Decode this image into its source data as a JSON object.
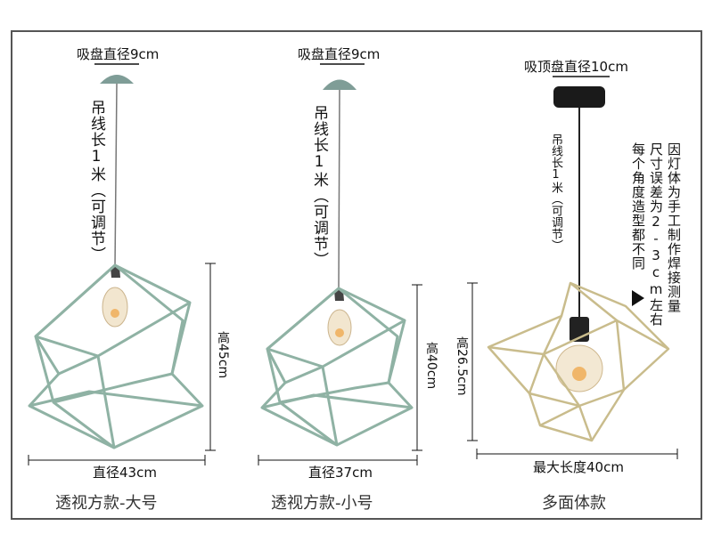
{
  "lamps": [
    {
      "canopy_label": "吸盘直径9cm",
      "cord_label": "吊线长1米（可调节）",
      "height_label": "高45cm",
      "width_label": "直径43cm",
      "caption": "透视方款-大号"
    },
    {
      "canopy_label": "吸盘直径9cm",
      "cord_label": "吊线长1米（可调节）",
      "height_label": "高40cm",
      "width_label": "直径37cm",
      "caption": "透视方款-小号"
    },
    {
      "canopy_label": "吸顶盘直径10cm",
      "cord_label": "吊线长1米（可调节）",
      "height_label": "高26.5cm",
      "width_label": "最大长度40cm",
      "caption": "多面体款"
    }
  ],
  "note": {
    "line1": "因灯体为手工制作焊接测量",
    "line2": "尺寸误差为2-3cm左右",
    "line3": "每个角度造型都不同"
  },
  "colors": {
    "green_wire": "#8fb2a4",
    "gold_wire": "#c9bc8c",
    "green_canopy": "#7f9d97",
    "black_canopy": "#1a1a1a",
    "frame": "#555555"
  },
  "icons": [
    "pointer-triangle-icon"
  ]
}
